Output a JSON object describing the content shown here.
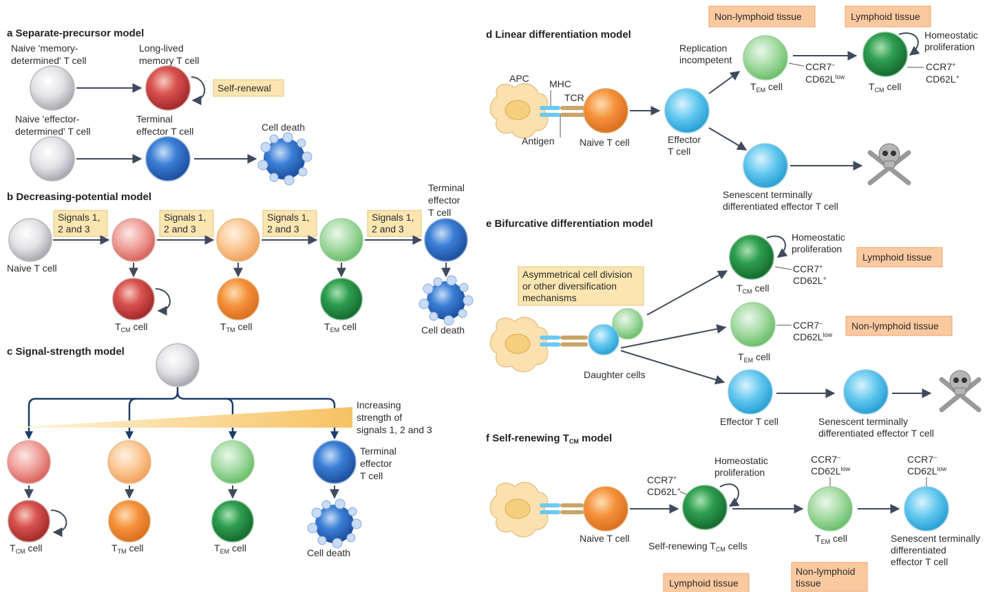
{
  "panel_a": {
    "title": "a  Separate-precursor model",
    "naive_memory_1": "Naive 'memory-",
    "naive_memory_2": "determined' T cell",
    "memory_1": "Long-lived",
    "memory_2": "memory T cell",
    "self_renewal": "Self-renewal",
    "naive_effector_1": "Naive 'effector-",
    "naive_effector_2": "determined' T cell",
    "terminal_1": "Terminal",
    "terminal_2": "effector T cell",
    "cell_death": "Cell death"
  },
  "panel_b": {
    "title": "b  Decreasing-potential model",
    "signal_1": "Signals 1,",
    "signal_2": "2 and 3",
    "naive": "Naive T cell",
    "terminal_1": "Terminal",
    "terminal_2": "effector",
    "terminal_3": "T cell",
    "tcm_t": "T",
    "tcm_sub": "CM",
    "tcm_cell": " cell",
    "ttm_t": "T",
    "ttm_sub": "TM",
    "ttm_cell": " cell",
    "tem_t": "T",
    "tem_sub": "EM",
    "tem_cell": " cell",
    "cell_death": "Cell death"
  },
  "panel_c": {
    "title": "c  Signal-strength model",
    "inc_1": "Increasing",
    "inc_2": "strength of",
    "inc_3": "signals 1, 2 and 3",
    "terminal_1": "Terminal",
    "terminal_2": "effector",
    "terminal_3": "T cell",
    "tcm_t": "T",
    "tcm_sub": "CM",
    "tcm_cell": " cell",
    "ttm_t": "T",
    "ttm_sub": "TM",
    "ttm_cell": " cell",
    "tem_t": "T",
    "tem_sub": "EM",
    "tem_cell": " cell",
    "cell_death": "Cell death"
  },
  "panel_d": {
    "title": "d Linear differentiation model",
    "nonlymph": "Non-lymphoid tissue",
    "lymph": "Lymphoid tissue",
    "apc": "APC",
    "mhc": "MHC",
    "tcr": "TCR",
    "antigen": "Antigen",
    "naive": "Naive T cell",
    "effector_1": "Effector",
    "effector_2": "T cell",
    "replication_1": "Replication",
    "replication_2": "incompetent",
    "tem_t": "T",
    "tem_sub": "EM",
    "tem_cell": " cell",
    "ccr7_minus": "CCR7",
    "ccr7_minus_sup": "–",
    "cd62l_low": "CD62L",
    "cd62l_low_sup": "low",
    "homeo_1": "Homeostatic",
    "homeo_2": "proliferation",
    "ccr7_plus": "CCR7",
    "ccr7_plus_sup": "+",
    "cd62l_plus": "CD62L",
    "cd62l_plus_sup": "+",
    "tcm_t": "T",
    "tcm_sub": "CM",
    "tcm_cell": " cell",
    "senescent_1": "Senescent terminally",
    "senescent_2": "differentiated effector T cell"
  },
  "panel_e": {
    "title": "e Bifurcative differentiation model",
    "homeo_1": "Homeostatic",
    "homeo_2": "proliferation",
    "lymph": "Lymphoid tissue",
    "ccr7_plus": "CCR7",
    "ccr7_plus_sup": "+",
    "cd62l_plus": "CD62L",
    "cd62l_plus_sup": "+",
    "tcm_t": "T",
    "tcm_sub": "CM",
    "tcm_cell": " cell",
    "asym_1": "Asymmetrical cell division",
    "asym_2": "or other diversification",
    "asym_3": "mechanisms",
    "ccr7_minus": "CCR7",
    "ccr7_minus_sup": "–",
    "cd62l_low": "CD62L",
    "cd62l_low_sup": "low",
    "nonlymph": "Non-lymphoid tissue",
    "tem_t": "T",
    "tem_sub": "EM",
    "tem_cell": " cell",
    "daughter": "Daughter cells",
    "effector": "Effector T cell",
    "senescent_1": "Senescent terminally",
    "senescent_2": "differentiated effector T cell"
  },
  "panel_f": {
    "title_pre": "f  Self-renewing T",
    "title_sub": "CM",
    "title_post": " model",
    "homeo_1": "Homeostatic",
    "homeo_2": "proliferation",
    "ccr7_plus": "CCR7",
    "ccr7_plus_sup": "+",
    "cd62l_plus": "CD62L",
    "cd62l_plus_sup": "+",
    "ccr7_minus": "CCR7",
    "ccr7_minus_sup": "–",
    "cd62l_low": "CD62L",
    "cd62l_low_sup": "low",
    "naive": "Naive T cell",
    "self_pre": "Self-renewing T",
    "self_sub": "CM",
    "self_post": "  cells",
    "tem_t": "T",
    "tem_sub": "EM",
    "tem_cell": " cell",
    "senescent_1": "Senescent terminally",
    "senescent_2": "differentiated",
    "senescent_3": "effector T cell",
    "lymph": "Lymphoid tissue",
    "nonlymph_1": "Non-lymphoid",
    "nonlymph_2": "tissue"
  },
  "colors": {
    "grey": "#d9d9dc",
    "red": "#d9534f",
    "orange": "#f5a04a",
    "green_light": "#8fd18e",
    "green_dark": "#2e9e4f",
    "blue": "#3b7fd6",
    "cyan": "#46b8e6",
    "yellow_box": "#fbe6b2",
    "orange_box": "#fbc9a0",
    "apc": "#fbe1b0"
  }
}
